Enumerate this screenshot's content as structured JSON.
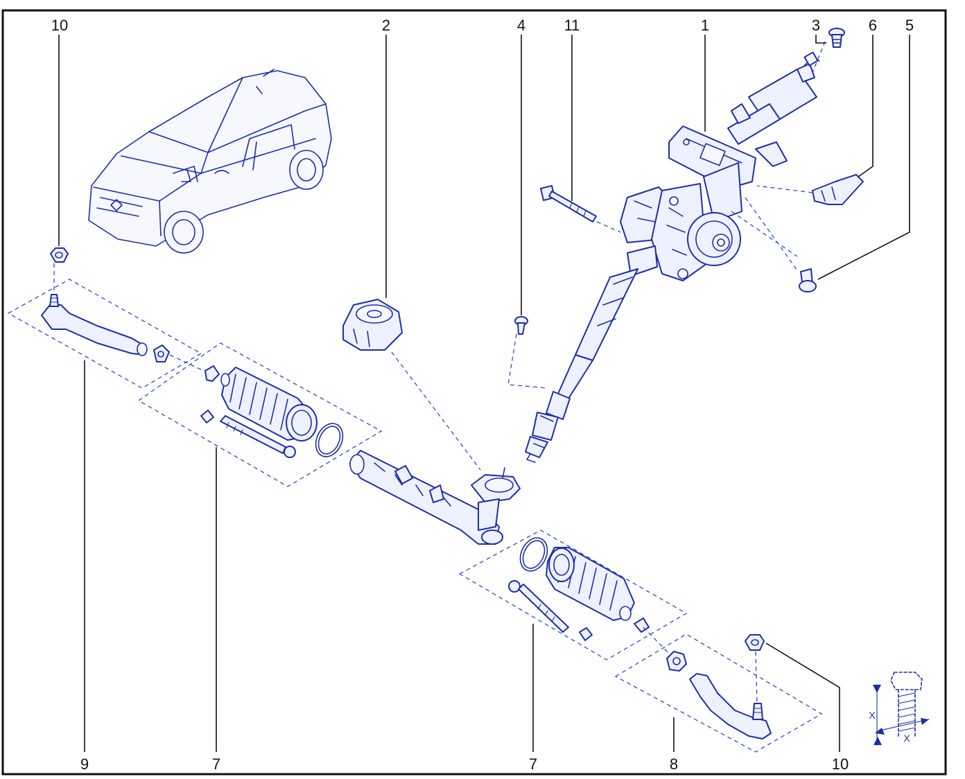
{
  "callouts": {
    "c1": "1",
    "c2": "2",
    "c3": "3",
    "c4": "4",
    "c5": "5",
    "c6": "6",
    "c7a": "7",
    "c7b": "7",
    "c8": "8",
    "c9": "9",
    "c10a": "10",
    "c10b": "10",
    "c11": "11"
  },
  "legend": {
    "x_top": "X",
    "x_bottom": "X"
  },
  "colors": {
    "ink": "#1b2ea8",
    "frame": "#111111"
  }
}
